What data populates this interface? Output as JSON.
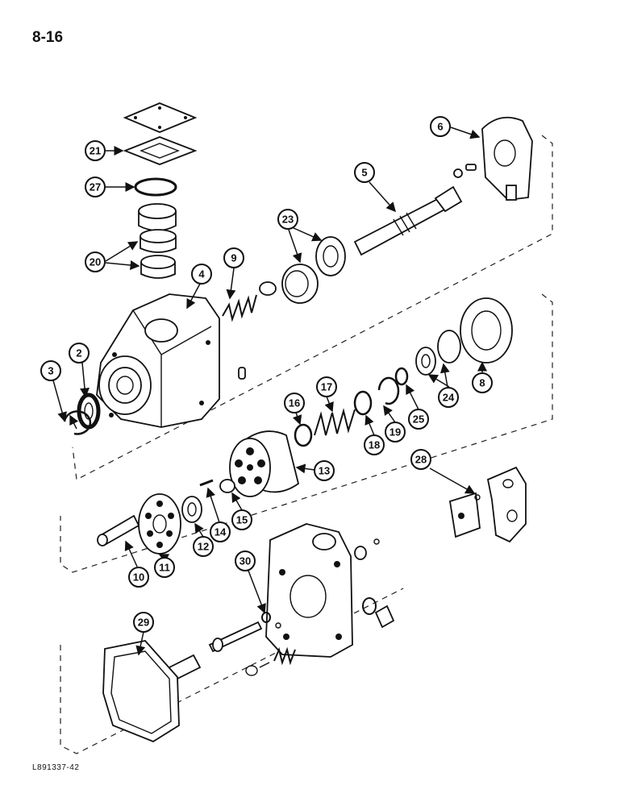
{
  "page": {
    "number": "8-16",
    "drawing_code": "L891337-42"
  },
  "callouts": [
    "2",
    "3",
    "4",
    "5",
    "6",
    "8",
    "9",
    "10",
    "11",
    "12",
    "13",
    "14",
    "15",
    "16",
    "17",
    "18",
    "19",
    "20",
    "21",
    "23",
    "24",
    "25",
    "27",
    "28",
    "29",
    "30"
  ]
}
